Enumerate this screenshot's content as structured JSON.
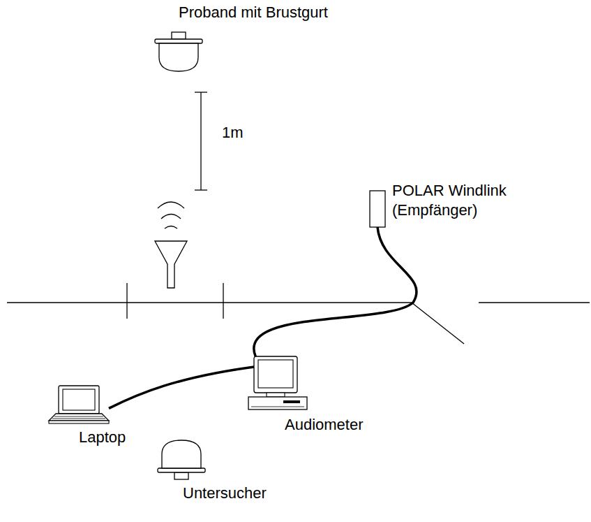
{
  "diagram": {
    "nodes": [
      {
        "text": [
          "Proband mit Brustgurt"
        ]
      },
      {
        "text": [
          "POLAR Windlink (Empfänger)"
        ]
      },
      {
        "text": [
          "Laptop"
        ]
      },
      {
        "text": [
          "Audiometer"
        ]
      },
      {
        "text": [
          "Untersucher"
        ]
      }
    ],
    "edges": [
      {
        "from": 1,
        "to": 2,
        "arrow": "none"
      }
    ],
    "labels": [
      "1m"
    ]
  }
}
